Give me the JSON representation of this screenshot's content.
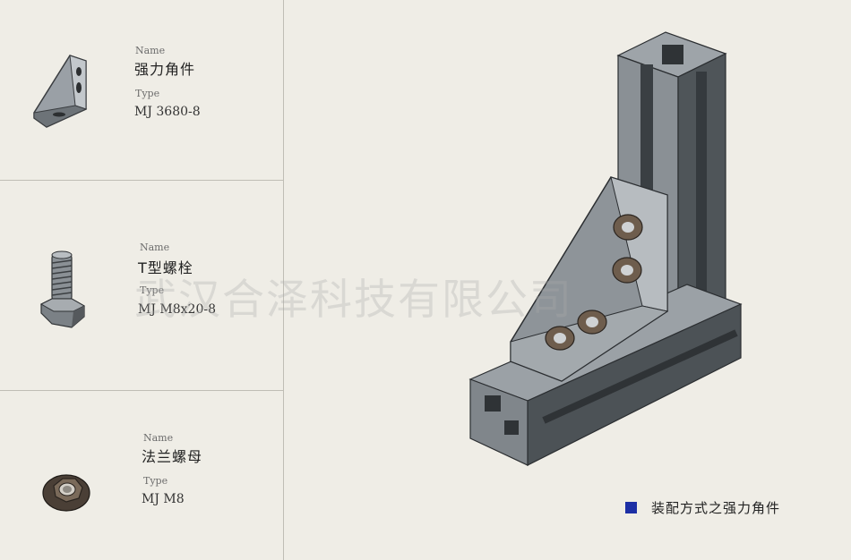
{
  "parts": [
    {
      "name_label": "Name",
      "name": "强力角件",
      "type_label": "Type",
      "type": "MJ 3680-8",
      "icon": "angle-bracket-icon"
    },
    {
      "name_label": "Name",
      "name": "T型螺栓",
      "type_label": "Type",
      "type": "MJ M8x20-8",
      "icon": "t-bolt-icon"
    },
    {
      "name_label": "Name",
      "name": "法兰螺母",
      "type_label": "Type",
      "type": "MJ M8",
      "icon": "flange-nut-icon"
    }
  ],
  "watermark": "武汉合泽科技有限公司",
  "caption": {
    "text": "装配方式之强力角件",
    "marker_color": "#1c2fa5"
  }
}
